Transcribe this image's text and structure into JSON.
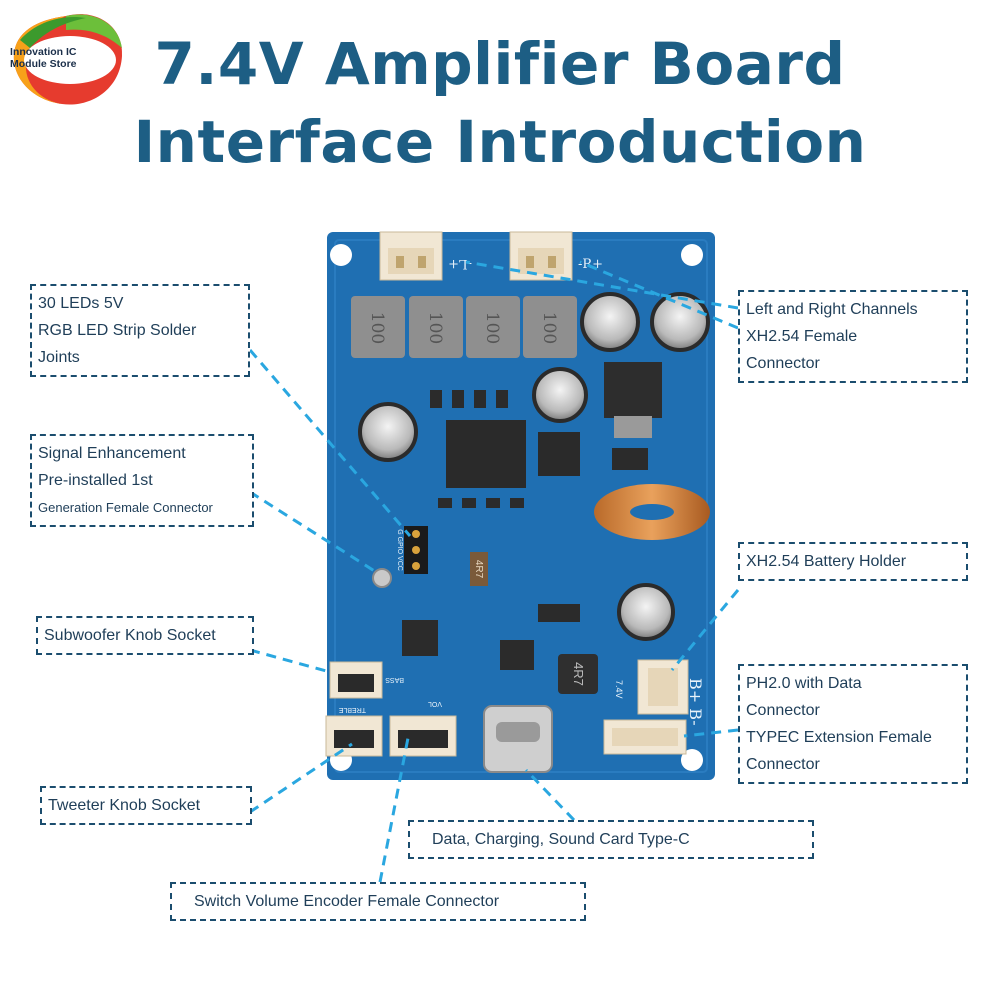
{
  "logo": {
    "line1": "Innovation IC",
    "line2": "Module Store"
  },
  "title": {
    "line1": "7.4V Amplifier Board",
    "line2": "Interface Introduction"
  },
  "labels": {
    "led": {
      "line1": "30 LEDs 5V",
      "line2": "RGB LED Strip Solder",
      "line3": "Joints"
    },
    "signal": {
      "line1": "Signal Enhancement",
      "line2": "Pre-installed 1st",
      "line3": "Generation Female Connector"
    },
    "subwoofer": "Subwoofer Knob Socket",
    "tweeter": "Tweeter Knob Socket",
    "switch_volume": "Switch Volume Encoder Female Connector",
    "typec": "Data, Charging, Sound Card Type-C",
    "channels": {
      "line1": "Left and Right Channels",
      "line2": "XH2.54 Female",
      "line3": "Connector"
    },
    "battery": "XH2.54 Battery Holder",
    "ph20": {
      "line1": "PH2.0 with Data",
      "line2": "Connector",
      "line3": "TYPEC Extension Female",
      "line4": "Connector"
    }
  },
  "board_marks": {
    "left_channel": "-L+",
    "right_channel": "-R+",
    "inductor": "100",
    "inductor_small": "4R7",
    "resistor": "4R7",
    "battery_mark": "B+ B-",
    "volt": "7.4V",
    "bass": "BASS",
    "treble": "TREBLE",
    "vol": "VOL",
    "gpio": "G GPIO VCC"
  },
  "colors": {
    "title": "#1d5e84",
    "board": "#1f6fb2",
    "dash": "#2aa7e0",
    "label_border": "#1b4d6e"
  }
}
